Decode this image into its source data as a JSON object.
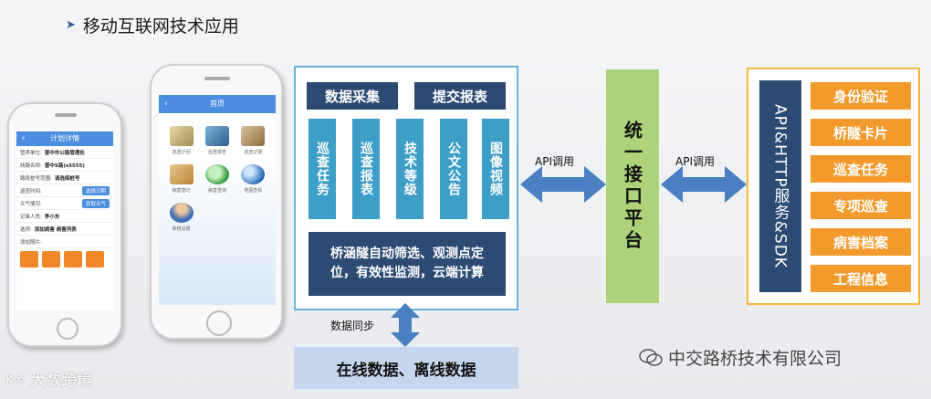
{
  "heading": "移动互联网技术应用",
  "phone_left": {
    "title": "计划详情",
    "rows": [
      {
        "label": "管养单位:",
        "value": "晋中市公路管理处"
      },
      {
        "label": "线路名称:",
        "value": "晋中S路(s5555)"
      },
      {
        "label": "路段桩号范围:",
        "value": "请选择桩号"
      },
      {
        "label": "巡查时间:",
        "value": "",
        "button": "选择日期"
      },
      {
        "label": "天气情况:",
        "value": "",
        "button": "获取天气"
      },
      {
        "label": "记录人员:",
        "value": "李小东"
      },
      {
        "label": "选项:",
        "value": "添加病害     病害列表"
      },
      {
        "label": "添加照片:",
        "value": ""
      }
    ]
  },
  "phone_right": {
    "title": "首页",
    "apps": [
      "巡查计划",
      "巡查报告",
      "巡查记录",
      "病害登记",
      "病害查询",
      "地图查看",
      "系统设置"
    ]
  },
  "collection": {
    "header_left": "数据采集",
    "header_right": "提交报表",
    "columns": [
      "巡查任务",
      "巡查报表",
      "技术等级",
      "公文公告",
      "图像视频"
    ],
    "summary": "桥涵隧自动筛选、观测点定位，有效性监测，云端计算"
  },
  "arrows": {
    "api_left": "API调用",
    "api_right": "API调用",
    "sync": "数据同步"
  },
  "unify": "统一接口平台",
  "sdk": "API&HTTP服务&SDK",
  "services": [
    "身份验证",
    "桥隧卡片",
    "巡查任务",
    "专项巡查",
    "病害档案",
    "工程信息"
  ],
  "offline": "在线数据、离线数据",
  "watermark_left": "大数跨境",
  "watermark_right": "中交路桥技术有限公司",
  "colors": {
    "navy": "#2d4a73",
    "teal": "#3d9ec7",
    "green": "#acd37a",
    "orange": "#f39a2d",
    "arrow": "#4a7fc1"
  }
}
